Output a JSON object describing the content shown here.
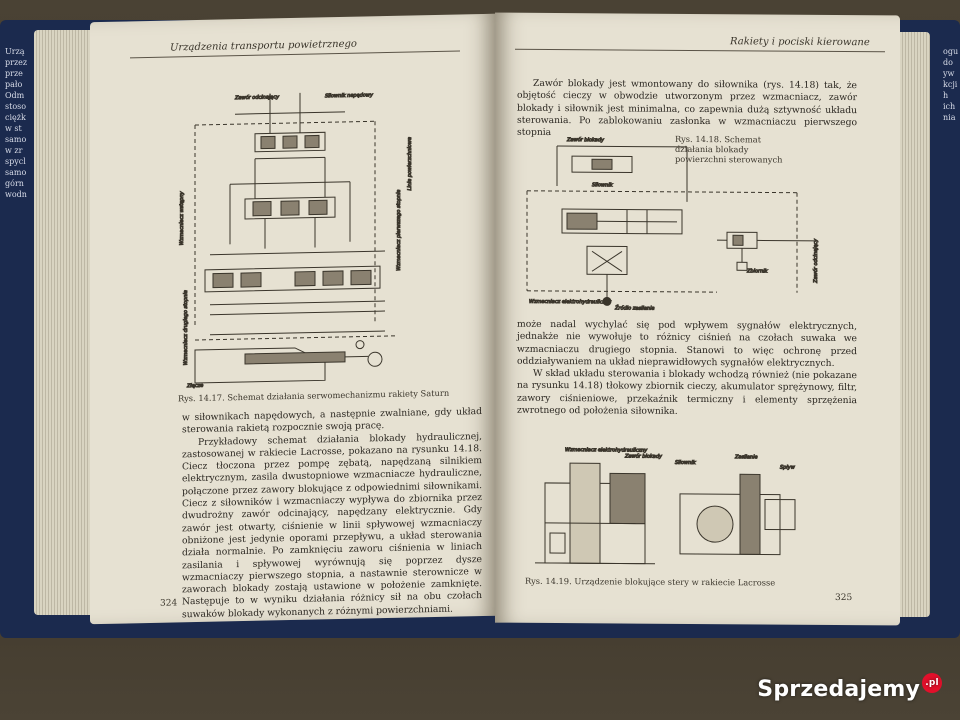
{
  "book": {
    "left_page": {
      "running_head": "Urządzenia transportu powietrznego",
      "figure_caption": "Rys. 14.17. Schemat działania serwomechanizmu rakiety Saturn",
      "figure_labels": [
        "Zawór odcinający",
        "Siłownik napędowy",
        "Wzmacniacz wstępny",
        "Wzmacniacz pierwszego stopnia",
        "Wzmacniacz drugiego stopnia",
        "Linia powierzchniowa",
        "Złącze"
      ],
      "paragraphs": [
        "w siłownikach napędowych, a następnie zwalniane, gdy układ sterowania rakietą rozpocznie swoją pracę.",
        "Przykładowy schemat działania blokady hydraulicznej, zastosowanej w rakiecie Lacrosse, pokazano na rysunku 14.18. Ciecz tłoczona przez pompę zębatą, napędzaną silnikiem elektrycznym, zasila dwustopniowe wzmacniacze hydrauliczne, połączone przez zawory blokujące z odpowiednimi siłownikami. Ciecz z siłowników i wzmacniaczy wypływa do zbiornika przez dwudrożny zawór odcinający, napędzany elektrycznie. Gdy zawór jest otwarty, ciśnienie w linii spływowej wzmacniaczy obniżone jest jedynie oporami przepływu, a układ sterowania działa normalnie. Po zamknięciu zaworu ciśnienia w liniach zasilania i spływowej wyrównują się poprzez dysze wzmacniaczy pierwszego stopnia, a nastawnie sterownicze w zaworach blokady zostają ustawione w położenie zamknięte. Następuje to w wyniku działania różnicy sił na obu czołach suwaków blokady wykonanych z różnymi powierzchniami."
      ],
      "page_number": "324"
    },
    "right_page": {
      "running_head": "Rakiety i pociski kierowane",
      "paragraph_top": "Zawór blokady jest wmontowany do siłownika (rys. 14.18) tak, że objętość cieczy w obwodzie utworzonym przez wzmacniacz, zawór blokady i siłownik jest minimalna, co zapewnia dużą sztywność układu sterowania. Po zablokowaniu zasłonka w wzmacniaczu pierwszego stopnia",
      "figure1_caption": "Rys. 14.18. Schemat działania blokady powierzchni sterowanych",
      "figure1_labels": [
        "Zawór blokady",
        "Siłownik",
        "Zbiornik",
        "Wzmacniacz elektrohydrauliczny",
        "Źródło zasilania",
        "Zawór odcinający"
      ],
      "paragraphs_mid": [
        "może nadal wychylać się pod wpływem sygnałów elektrycznych, jednakże nie wywołuje to różnicy ciśnień na czołach suwaka we wzmacniaczu drugiego stopnia. Stanowi to więc ochronę przed oddziaływaniem na układ nieprawidłowych sygnałów elektrycznych.",
        "W skład układu sterowania i blokady wchodzą również (nie pokazane na rysunku 14.18) tłokowy zbiornik cieczy, akumulator sprężynowy, filtr, zawory ciśnieniowe, przekaźnik termiczny i elementy sprzężenia zwrotnego od położenia siłownika."
      ],
      "figure2_caption": "Rys. 14.19. Urządzenie blokujące stery w rakiecie Lacrosse",
      "figure2_labels": [
        "Wzmacniacz elektrohydrauliczny",
        "Zawór blokady",
        "Siłownik",
        "Zasilanie",
        "Spływ"
      ],
      "page_number": "325"
    },
    "spine_back_left": "Urzą\nprzez\nprze\npało\nOdm\nstoso\nciężk\nw st\nsamo\nw zr\nspycl\nsamo\ngórn\nwodn",
    "spine_back_right": "ogu\ndo\nyw\nkcji\nh\nich\nnia"
  },
  "watermark": {
    "text": "Sprzedajemy",
    "badge": ".pl"
  },
  "colors": {
    "paper": "#e6e1d2",
    "cover": "#1b2a4e",
    "ink": "#2a2620"
  }
}
